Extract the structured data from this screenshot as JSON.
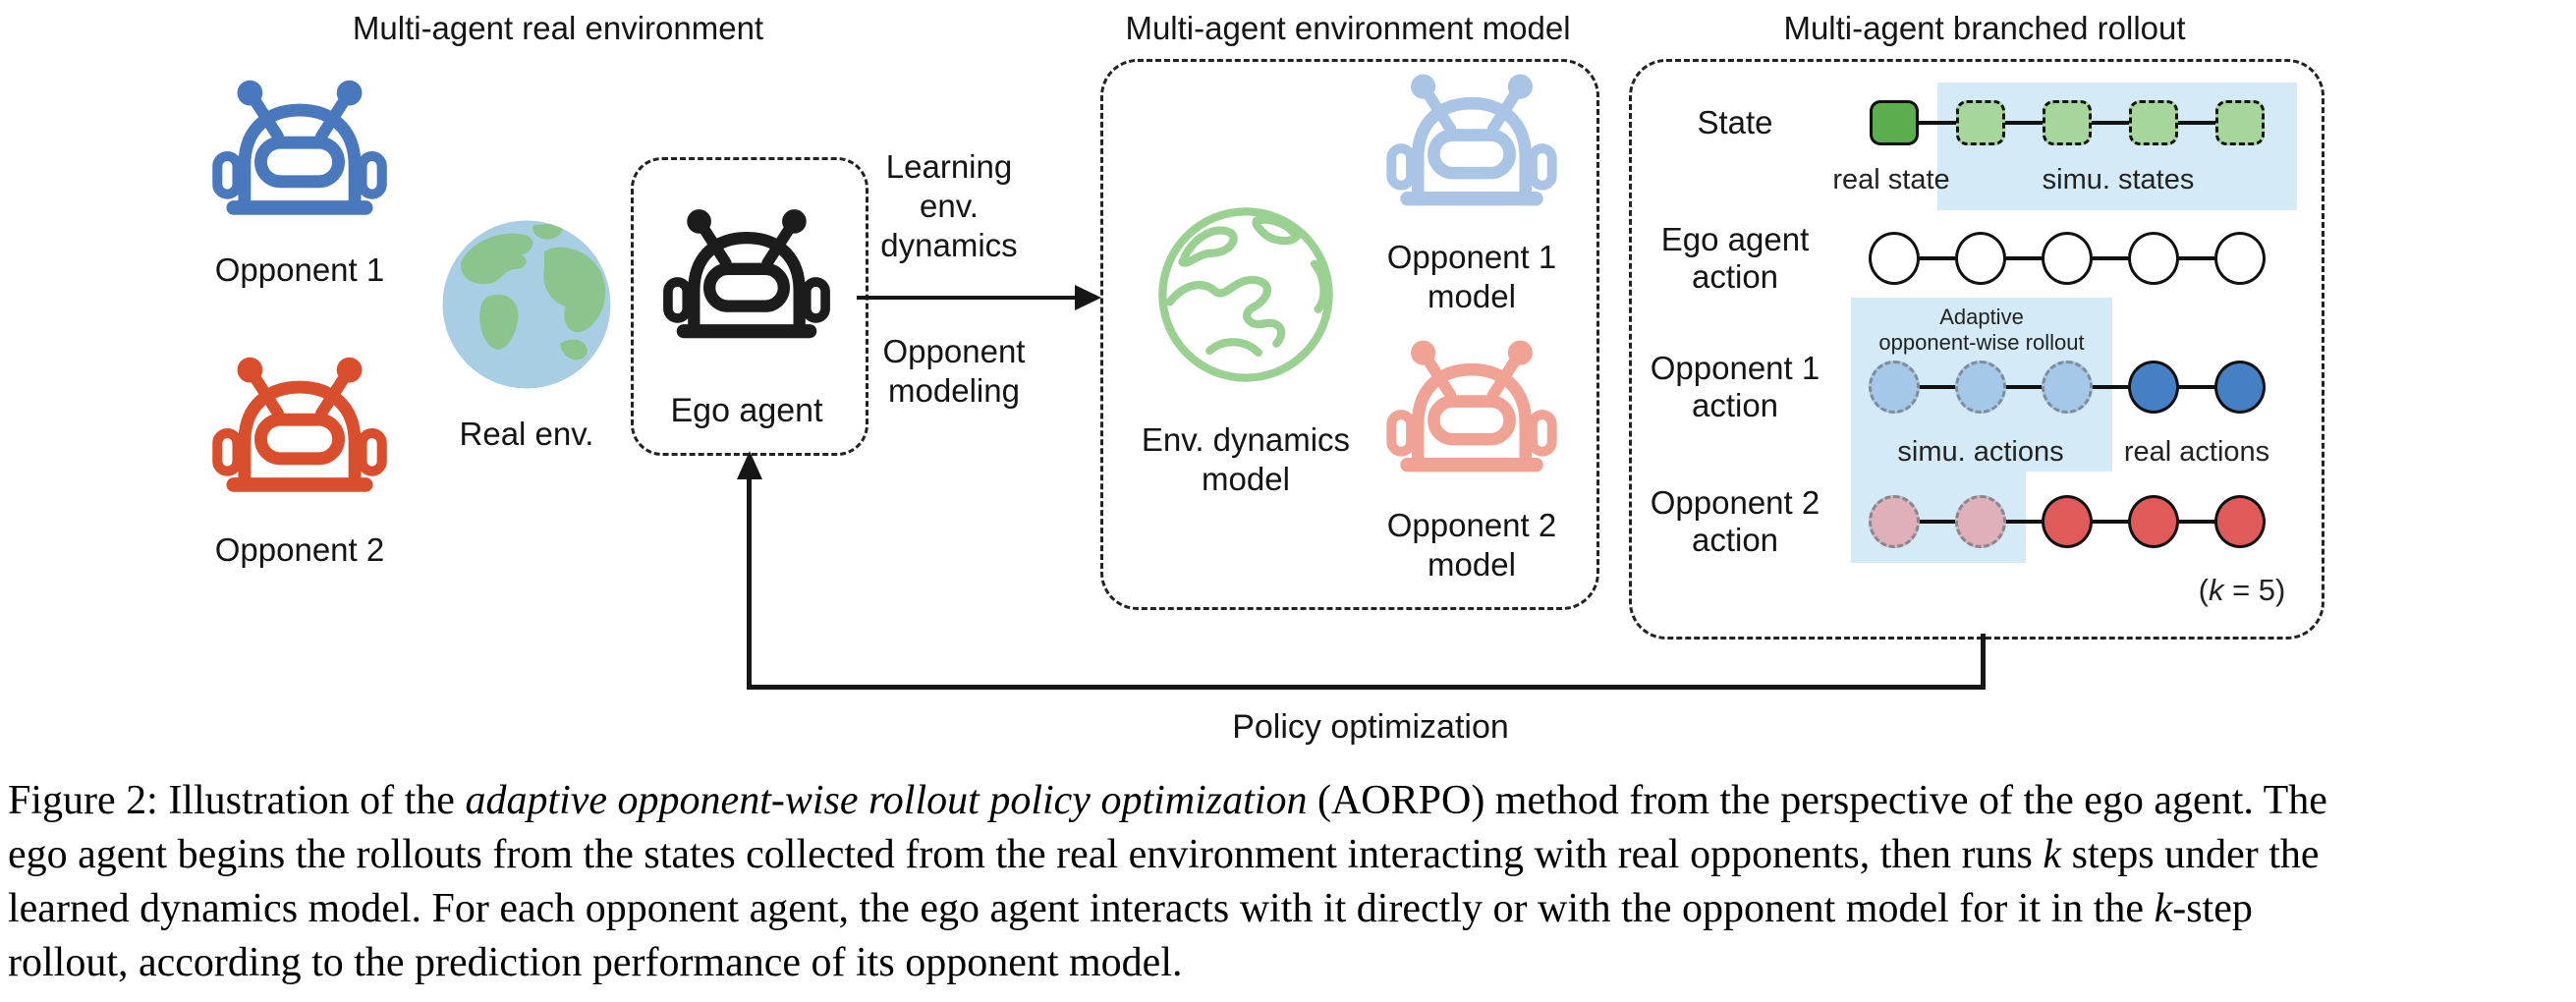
{
  "panels": {
    "real_env": {
      "title": "Multi-agent real environment",
      "opponent1_label": "Opponent 1",
      "opponent2_label": "Opponent 2",
      "globe_label": "Real env.",
      "ego_label": "Ego agent"
    },
    "env_model": {
      "title": "Multi-agent environment model",
      "globe_label": "Env. dynamics model",
      "opponent1_label": "Opponent 1 model",
      "opponent2_label": "Opponent 2 model"
    },
    "rollout": {
      "title": "Multi-agent branched rollout",
      "rows": [
        {
          "id": "state",
          "label": "State",
          "shape": "square",
          "nodes": [
            "real",
            "sim",
            "sim",
            "sim",
            "sim"
          ]
        },
        {
          "id": "ego",
          "label": "Ego agent action",
          "shape": "circle",
          "nodes": [
            "plain",
            "plain",
            "plain",
            "plain",
            "plain"
          ]
        },
        {
          "id": "opp1",
          "label": "Opponent 1 action",
          "shape": "circle",
          "nodes": [
            "sim-blue",
            "sim-blue",
            "sim-blue",
            "real-blue",
            "real-blue"
          ]
        },
        {
          "id": "opp2",
          "label": "Opponent 2 action",
          "shape": "circle",
          "nodes": [
            "sim-pink",
            "sim-pink",
            "real-red",
            "real-red",
            "real-red"
          ]
        }
      ],
      "annotations": {
        "real_state": "real state",
        "simu_states": "simu. states",
        "adaptive_line1": "Adaptive",
        "adaptive_line2": "opponent-wise rollout",
        "simu_actions": "simu. actions",
        "real_actions": "real actions"
      },
      "k_note": [
        {
          "t": "("
        },
        {
          "t": "k",
          "i": true
        },
        {
          "t": " = 5)"
        }
      ]
    }
  },
  "arrows": {
    "learning_label": "Learning env. dynamics",
    "opponent_modeling_label": "Opponent modeling",
    "policy_optimization_label": "Policy optimization"
  },
  "caption": {
    "lines": [
      [
        {
          "t": "Figure 2: Illustration of the "
        },
        {
          "t": "adaptive opponent-wise rollout policy optimization",
          "i": true
        },
        {
          "t": " (AORPO) method from the perspective of the ego agent. The"
        }
      ],
      [
        {
          "t": "ego agent begins the rollouts from the states collected from the real environment interacting with real opponents, then runs "
        },
        {
          "t": "k",
          "i": true
        },
        {
          "t": " steps under the"
        }
      ],
      [
        {
          "t": "learned dynamics model. For each opponent agent, the ego agent interacts with it directly or with the opponent model for it in the "
        },
        {
          "t": "k",
          "i": true
        },
        {
          "t": "-step"
        }
      ],
      [
        {
          "t": "rollout, according to the prediction performance of its opponent model."
        }
      ]
    ]
  },
  "colors": {
    "opponent1": "#4a78bd",
    "opponent2": "#d94e2c",
    "ego": "#1c1c1c",
    "opponent1_model": "#a9c4e4",
    "opponent2_model": "#f0a294",
    "env_globe": "#9ad193",
    "globe_ocean": "#a9cee4",
    "globe_land": "#8cc48d",
    "state_real": "#5bad4d",
    "state_sim": "#a6d69b",
    "action_sim_blue": "#a5c8e8",
    "action_real_blue": "#4680c4",
    "action_sim_pink": "#dfafba",
    "action_real_red": "#e05a5a",
    "highlight": "#d4eaf7"
  }
}
